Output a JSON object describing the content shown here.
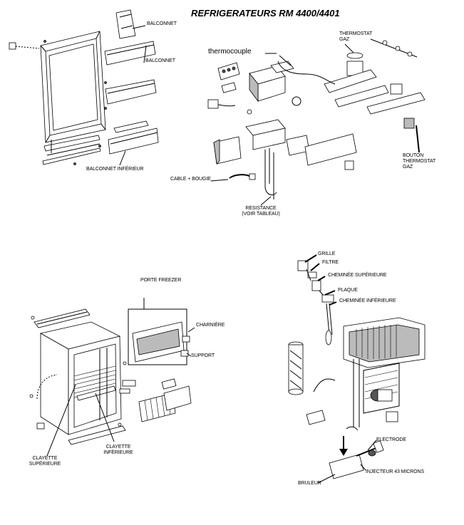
{
  "title": "REFRIGERATEURS RM 4400/4401",
  "labels": {
    "balconnet_top": "BALCONNET",
    "balconnet_mid": "BALCONNET",
    "balconnet_inferieur": "BALCONNET INFÉRIEUR",
    "thermocouple": "thermocouple",
    "thermostat_gaz": [
      "THERMOSTAT",
      "GAZ"
    ],
    "cable_bougie": "CABLE + BOUGIE",
    "resistance": [
      "RESISTANCE",
      "(VOIR TABLEAU)"
    ],
    "bouton_thermostat": [
      "BOUTON",
      "THERMOSTAT",
      "GAZ"
    ],
    "porte_freezer": "PORTE FREEZER",
    "charniere": "CHARNIÈRE",
    "support": "SUPPORT",
    "clayette_superieure": [
      "CLAYETTE",
      "SUPÉRIEURE"
    ],
    "clayette_inferieure": [
      "CLAYETTE",
      "INFÉRIEURE"
    ],
    "grille": "GRILLE",
    "filtre": "FILTRE",
    "cheminee_superieure": "CHEMINÉE SUPÉRIEURE",
    "plaque": "PLAQUE",
    "cheminee_inferieure": "CHEMINÉE INFÉRIEURE",
    "electrode": "ELECTRODE",
    "injecteur": "INJECTEUR 43 MICRONS",
    "bruleur": "BRULEUR"
  }
}
